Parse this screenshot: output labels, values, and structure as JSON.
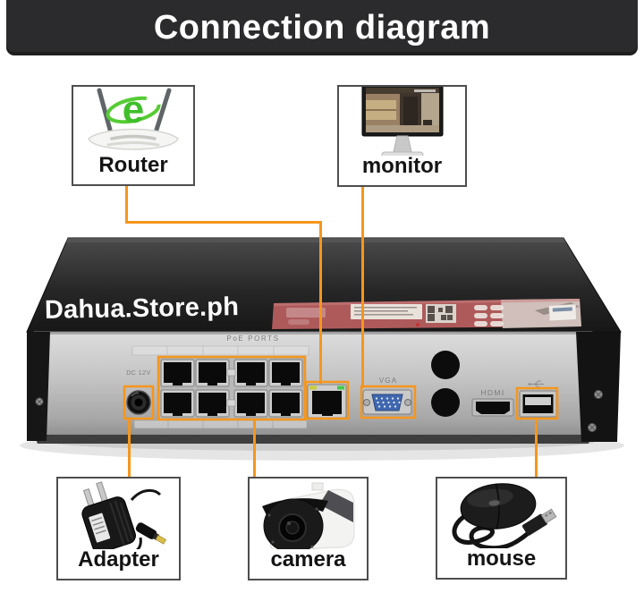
{
  "title": "Connection diagram",
  "device": {
    "watermark": "Dahua.Store.ph",
    "panel_labels": {
      "poe": "PoE PORTS",
      "dc": "DC 12V",
      "vga": "VGA",
      "hdmi": "HDMI"
    }
  },
  "items": {
    "router": {
      "label": "Router"
    },
    "monitor": {
      "label": "monitor"
    },
    "adapter": {
      "label": "Adapter"
    },
    "camera": {
      "label": "camera"
    },
    "mouse": {
      "label": "mouse"
    }
  },
  "icons": {
    "router_logo_letter": "e",
    "list": [
      "router-icon",
      "monitor-icon",
      "adapter-icon",
      "camera-icon",
      "mouse-icon",
      "dc-power-jack",
      "poe-port-block",
      "lan-port",
      "vga-port",
      "hdmi-port",
      "usb-port",
      "usb-symbol-icon",
      "screw-icon",
      "device-label-sticker"
    ]
  },
  "colors": {
    "accent": "#F5961D",
    "title_bar": "#2B2B2D",
    "device_top": "#2A2A2A",
    "panel_silver": "#C4C4C4",
    "sticker_red": "#AE5A5B",
    "router_logo_green": "#3FBF2A",
    "vga_blue": "#4068B0"
  }
}
